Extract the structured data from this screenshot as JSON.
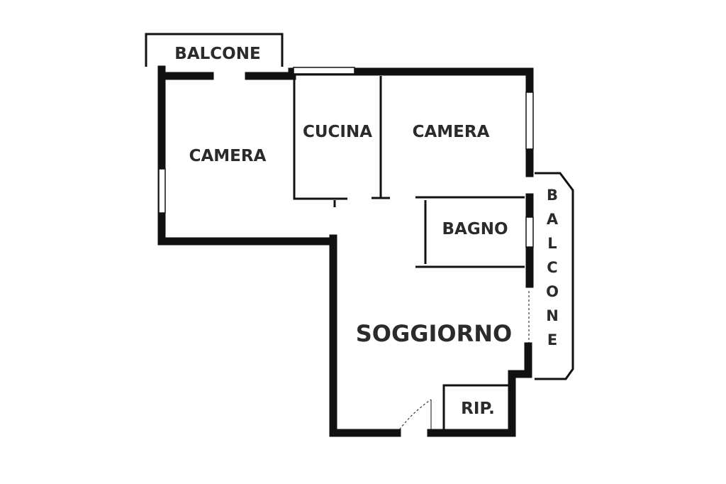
{
  "rooms": {
    "balcone_top": "BALCONE",
    "camera_left": "CAMERA",
    "cucina": "CUCINA",
    "camera_right": "CAMERA",
    "bagno": "BAGNO",
    "soggiorno": "SOGGIORNO",
    "rip": "RIP.",
    "balcone_right": "BALCONE"
  },
  "colors": {
    "wall": "#111111",
    "text": "#2b2b2b",
    "background": "#ffffff"
  }
}
